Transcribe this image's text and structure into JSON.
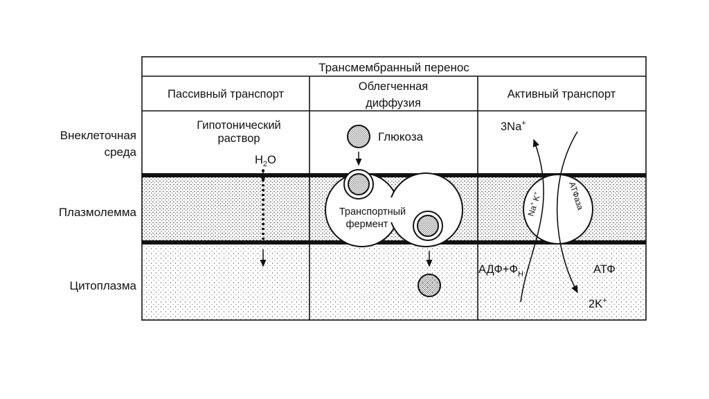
{
  "table": {
    "title": "Трансмембранный перенос",
    "columns": [
      "Пассивный транспорт",
      "Облегченная",
      "диффузия",
      "Активный транспорт"
    ]
  },
  "rows": {
    "extracellular_line1": "Внеклеточная",
    "extracellular_line2": "среда",
    "membrane": "Плазмолемма",
    "cytoplasm": "Цитоплазма"
  },
  "passive": {
    "solution_line1": "Гипотонический",
    "solution_line2": "раствор",
    "water": "H",
    "water_sub": "2",
    "water_tail": "O"
  },
  "facilitated": {
    "glucose": "Глюкоза",
    "enzyme_line1": "Транспортный",
    "enzyme_line2": "фермент"
  },
  "active": {
    "sodium": "3Na",
    "sodium_sup": "+",
    "potassium": "2K",
    "potassium_sup": "+",
    "pump_left": "Na",
    "pump_left_sup": "+",
    "pump_left_k": "K",
    "pump_left_k_sup": "+",
    "pump_right": "АТФаза",
    "adp": "АДФ+Ф",
    "adp_sub": "Н",
    "atp": "АТФ"
  },
  "colors": {
    "line": "#111111",
    "membrane_band": "#111111",
    "background": "#ffffff"
  }
}
